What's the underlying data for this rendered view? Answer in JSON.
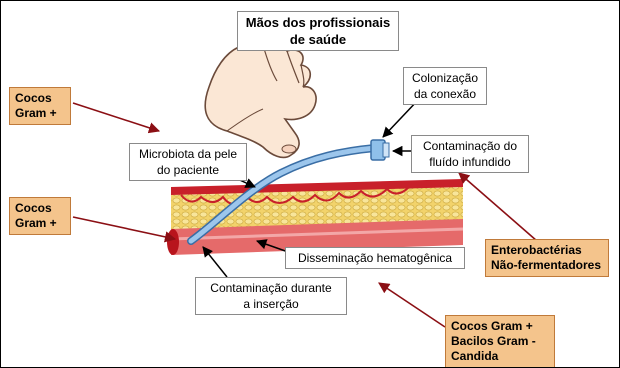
{
  "title_box": {
    "line1": "Mãos dos profissionais",
    "line2": "de saúde"
  },
  "labels": {
    "colonizacao": {
      "line1": "Colonização",
      "line2": "da conexão"
    },
    "contaminacao_fluido": {
      "line1": "Contaminação do",
      "line2": "fluído infundido"
    },
    "microbiota": {
      "line1": "Microbiota da pele",
      "line2": "do paciente"
    },
    "disseminacao": {
      "line1": "Disseminação hematogênica"
    },
    "contaminacao_insercao": {
      "line1": "Contaminação durante",
      "line2": "a inserção"
    }
  },
  "organisms": {
    "cocos_top": {
      "line1": "Cocos",
      "line2": "Gram +"
    },
    "cocos_mid": {
      "line1": "Cocos",
      "line2": "Gram +"
    },
    "enterobacterias": {
      "line1": "Enterobactérias",
      "line2": "Não-fermentadores"
    },
    "cocos_bacilos": {
      "line1": "Cocos Gram +",
      "line2": "Bacilos Gram -",
      "line3": "Candida"
    }
  },
  "colors": {
    "arrow_red": "#8b0f14",
    "orange_fill": "#f4c48c",
    "catheter_blue": "#7fb3e0",
    "fat_yellow": "#f2d36b",
    "skin_red": "#c8202a",
    "vessel_pink": "#e56a6a"
  }
}
